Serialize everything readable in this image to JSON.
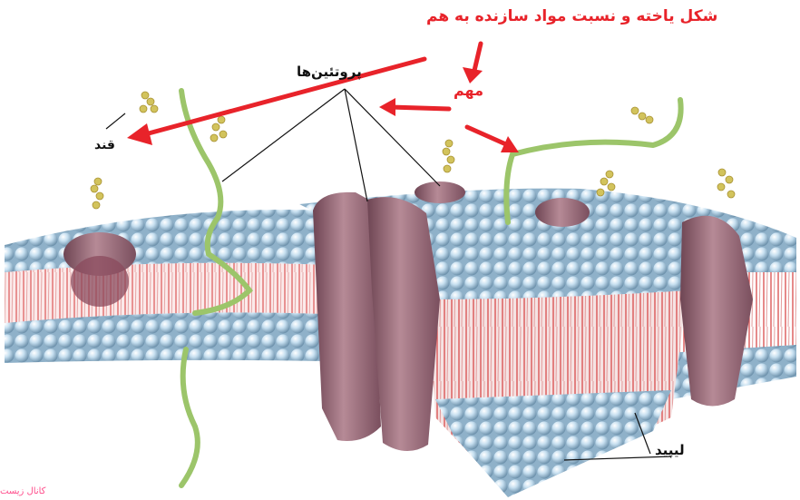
{
  "labels": {
    "title": "شکل یاخته و نسبت مواد سازنده به هم",
    "important": "مهم",
    "proteins": "پروتئین‌ها",
    "sugar": "قند",
    "lipid": "لیپید",
    "credit": "کانال زیست"
  },
  "colors": {
    "annotation": "#e8232a",
    "lipid_head": "#b9d6ea",
    "protein": "#9c6b78",
    "sugar": "#d2c35c",
    "carb_chain": "#9cc56a",
    "lipid_tail": "#d84a4a"
  }
}
